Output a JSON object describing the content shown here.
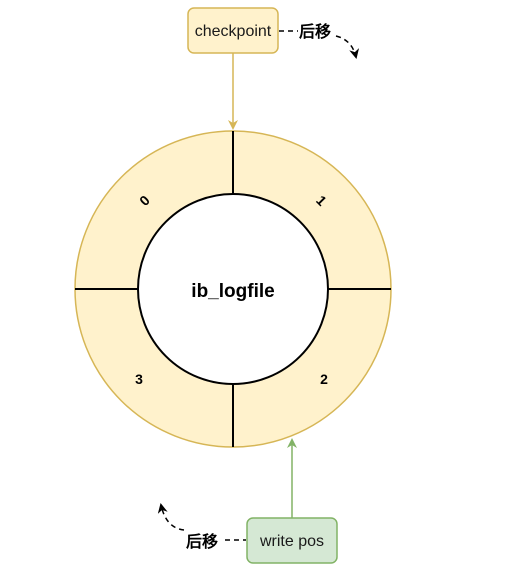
{
  "checkpoint": {
    "label": "checkpoint",
    "move_label": "后移",
    "fill": "#fff2cc",
    "stroke": "#d6b656"
  },
  "write_pos": {
    "label": "write pos",
    "move_label": "后移",
    "fill": "#d5e8d4",
    "stroke": "#82b366"
  },
  "ring": {
    "center_label": "ib_logfile",
    "segments": [
      "0",
      "1",
      "2",
      "3"
    ],
    "fill": "#fff2cc",
    "stroke": "#d6b656"
  }
}
